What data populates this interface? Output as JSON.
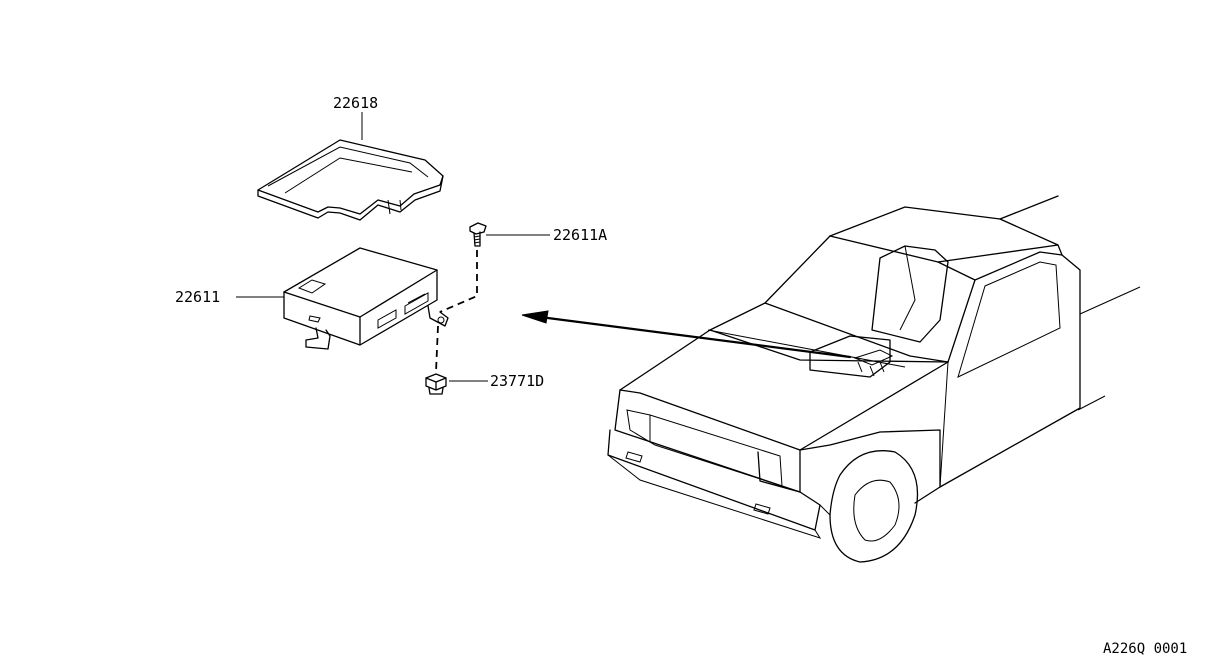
{
  "callouts": {
    "cover": "22618",
    "control_unit": "22611",
    "bolt": "22611A",
    "clip": "23771D"
  },
  "figure_code": "A226Q 0001",
  "icons": [
    "ecu-cover-icon",
    "control-unit-icon",
    "bolt-icon",
    "clip-icon",
    "pickup-truck-icon",
    "location-arrow-icon"
  ]
}
